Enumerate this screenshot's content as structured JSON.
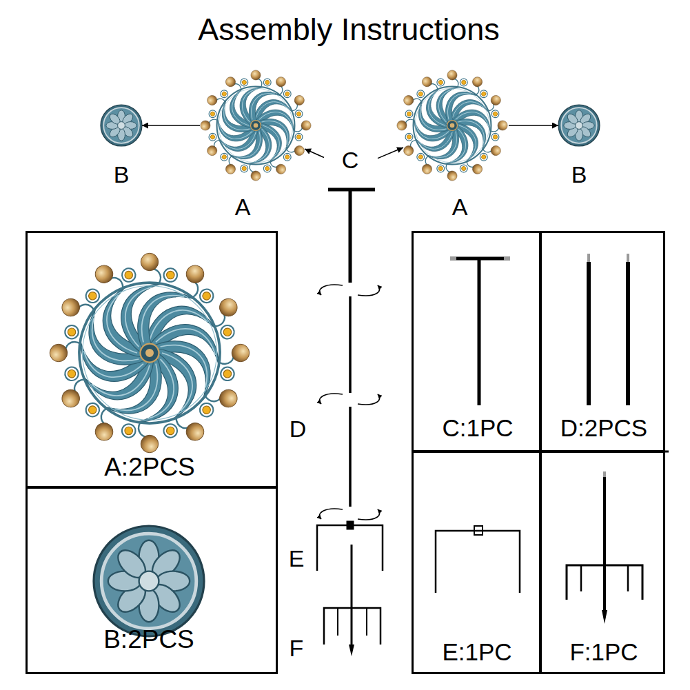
{
  "diagram": {
    "title": "Assembly Instructions",
    "nodes": [
      {
        "text": [
          "B"
        ]
      },
      {
        "text": [
          "A"
        ]
      },
      {
        "text": [
          "C"
        ]
      },
      {
        "text": [
          "A"
        ]
      },
      {
        "text": [
          "B"
        ]
      },
      {
        "text": [
          "A:2PCS"
        ]
      },
      {
        "text": [
          "B:2PCS"
        ]
      },
      {
        "text": [
          "C:1PC"
        ]
      },
      {
        "text": [
          "D:2PCS"
        ]
      },
      {
        "text": [
          "E:1PC"
        ]
      },
      {
        "text": [
          "F:1PC"
        ]
      }
    ],
    "edges": [
      {
        "from": 2,
        "to": 1,
        "arrow": "to"
      },
      {
        "from": 2,
        "to": 3,
        "arrow": "to"
      },
      {
        "from": 1,
        "to": 0,
        "arrow": "to"
      },
      {
        "from": 3,
        "to": 4,
        "arrow": "to"
      }
    ],
    "labels": [
      "D",
      "E",
      "F"
    ]
  }
}
